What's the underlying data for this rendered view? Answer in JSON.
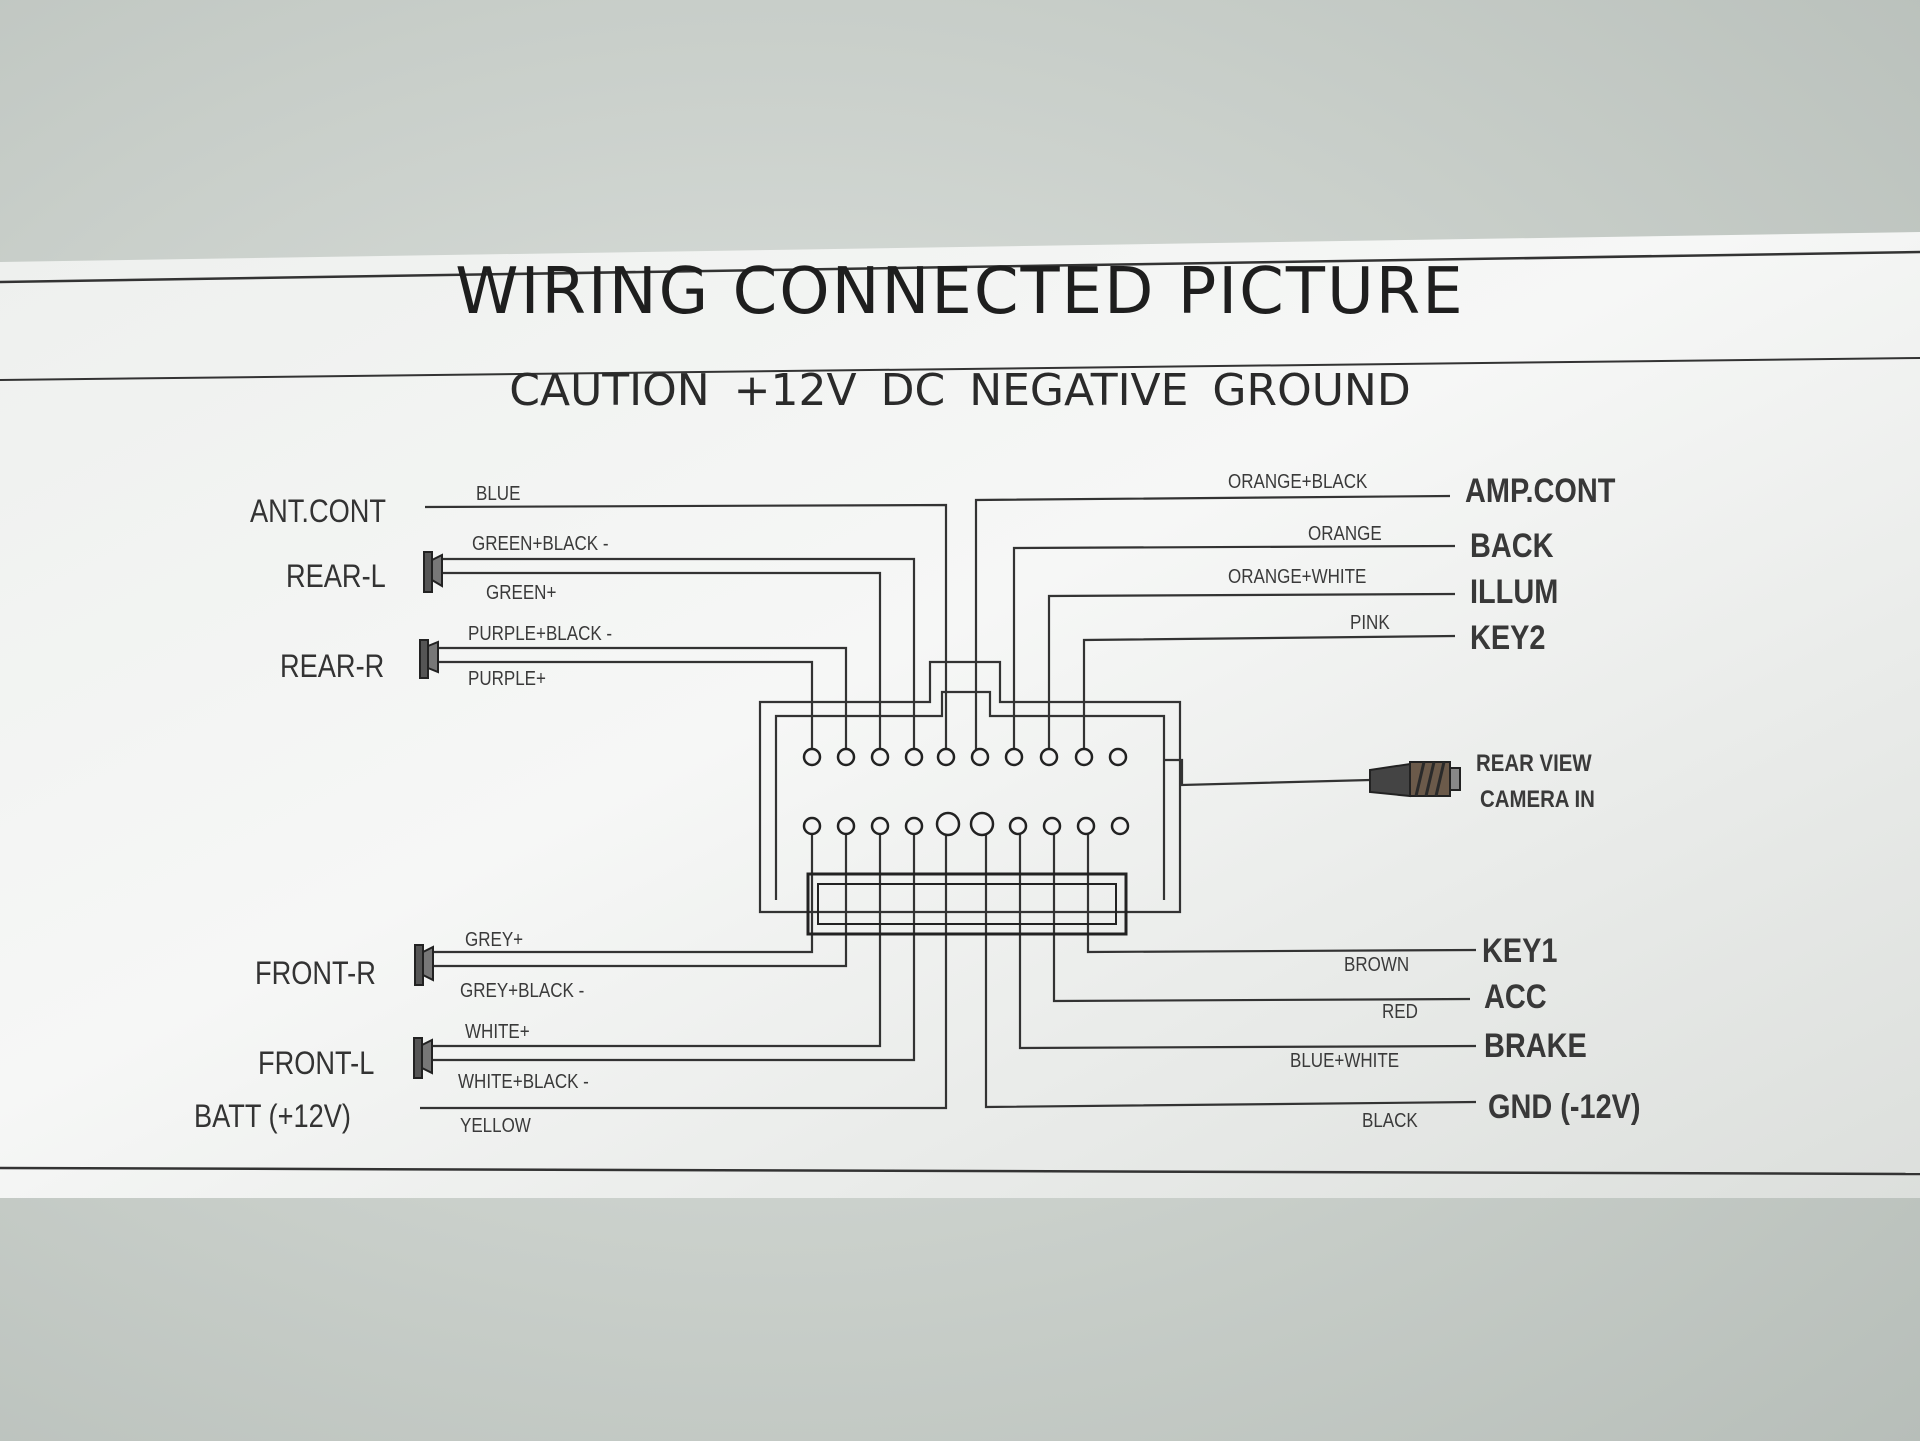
{
  "title": "WIRING CONNECTED PICTURE",
  "subtitle": "CAUTION  +12V DC  NEGATIVE GROUND",
  "left": {
    "ant_cont": "ANT.CONT",
    "rear_l": "REAR-L",
    "rear_r": "REAR-R",
    "front_r": "FRONT-R",
    "front_l": "FRONT-L",
    "batt": "BATT (+12V)"
  },
  "left_wires": {
    "blue": "BLUE",
    "green_black": "GREEN+BLACK -",
    "green": "GREEN+",
    "purple_black": "PURPLE+BLACK -",
    "purple": "PURPLE+",
    "grey": "GREY+",
    "grey_black": "GREY+BLACK -",
    "white": "WHITE+",
    "white_black": "WHITE+BLACK -",
    "yellow": "YELLOW"
  },
  "right": {
    "amp_cont": "AMP.CONT",
    "back": "BACK",
    "illum": "ILLUM",
    "key2": "KEY2",
    "rear_view": "REAR VIEW",
    "camera_in": "CAMERA IN",
    "key1": "KEY1",
    "acc": "ACC",
    "brake": "BRAKE",
    "gnd": "GND (-12V)"
  },
  "right_wires": {
    "orange_black": "ORANGE+BLACK",
    "orange": "ORANGE",
    "orange_white": "ORANGE+WHITE",
    "pink": "PINK",
    "brown": "BROWN",
    "red": "RED",
    "blue_white": "BLUE+WHITE",
    "black": "BLACK"
  }
}
